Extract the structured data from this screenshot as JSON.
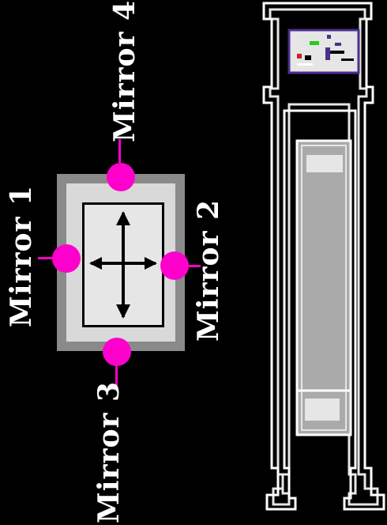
{
  "labels": {
    "mirror1": "Mirror 1",
    "mirror2": "Mirror 2",
    "mirror3": "Mirror 3",
    "mirror4": "Mirror 4"
  },
  "colors": {
    "background": "#000000",
    "mirror_marker": "#ff00cc",
    "frame_outer": "#8a8a8a",
    "frame_mid": "#d9d9d9",
    "panel": "#e6e6e6",
    "ink": "#000000",
    "screen_accent": "#4b2f8f"
  },
  "icons": {
    "box_arrows": "four-way-arrow-icon",
    "device_screen": "minimap-screen-icon"
  }
}
